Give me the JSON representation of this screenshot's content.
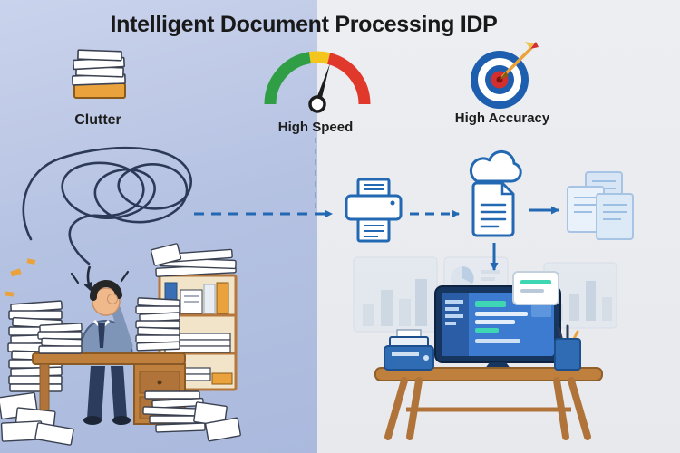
{
  "title": "Intelligent Document Processing IDP",
  "labels": {
    "clutter": "Clutter",
    "high_speed": "High Speed",
    "high_accuracy": "High Accuracy"
  },
  "colors": {
    "left_panel_bg": "#b5c2e2",
    "right_panel_bg": "#e9ebee",
    "flow_blue": "#2268b2",
    "gauge_green": "#2f9e44",
    "gauge_yellow": "#f4c51c",
    "gauge_red": "#e0392b",
    "target_blue": "#1d5fae",
    "target_red": "#d32f2f",
    "dart_yellow": "#eaa33c",
    "wood_brown": "#c0803d",
    "screen_blue": "#3d7bd0",
    "screen_teal": "#3fd6b4",
    "scribble_ink": "#2c3a57"
  },
  "icons": {
    "paper_stack": "cluttered paper stack",
    "scribble_tangle": "tangled scribble with down arrow",
    "speedometer": "speed gauge with needle",
    "target": "bullseye target with dart",
    "printer": "scanner-printer processing documents",
    "cloud": "cloud processing",
    "document": "extracted document",
    "document_stack": "organized output documents",
    "flow_arrow": "dashed process arrow",
    "monitor_dashboard": "desktop computer with dashboard",
    "stressed_worker": "overwhelmed office worker at desk"
  }
}
